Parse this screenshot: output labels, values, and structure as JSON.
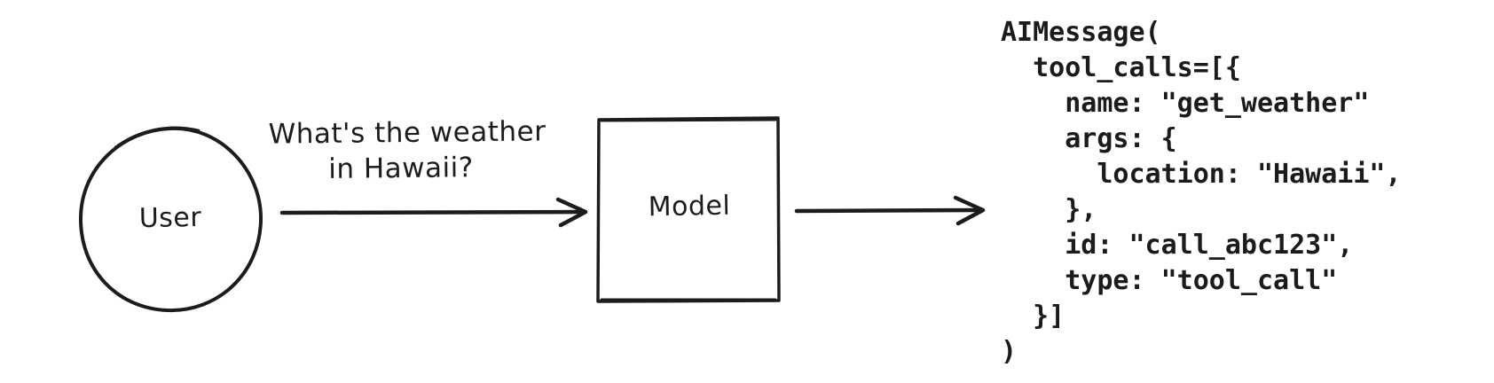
{
  "colors": {
    "ink": "#1c1c1c",
    "bg": "#ffffff"
  },
  "nodes": {
    "user": {
      "label": "User",
      "shape": "hand-drawn-circle"
    },
    "model": {
      "label": "Model",
      "shape": "hand-drawn-rectangle"
    }
  },
  "message": {
    "line1": "What's the weather",
    "line2": "in Hawaii?"
  },
  "arrows": [
    {
      "name": "user-to-model",
      "direction": "right"
    },
    {
      "name": "model-to-output",
      "direction": "right"
    }
  ],
  "code": {
    "lines": [
      "AIMessage(",
      "  tool_calls=[{",
      "    name: \"get_weather\"",
      "    args: {",
      "      location: \"Hawaii\",",
      "    },",
      "    id: \"call_abc123\",",
      "    type: \"tool_call\"",
      "  }]",
      ")"
    ]
  }
}
